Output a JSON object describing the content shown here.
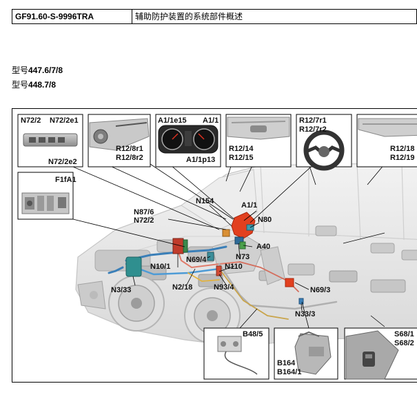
{
  "header": {
    "code": "GF91.60-S-9996TRA",
    "title": "辅助防护装置的系统部件概述"
  },
  "models": [
    {
      "prefix": "型号",
      "value": "447.6/7/8"
    },
    {
      "prefix": "型号",
      "value": "448.7/8"
    }
  ],
  "labels": {
    "n72_2": "N72/2",
    "n72_2e1": "N72/2e1",
    "n72_2e2": "N72/2e2",
    "r12_8r1": "R12/8r1",
    "r12_8r2": "R12/8r2",
    "a1_1e15": "A1/1e15",
    "a1_1_top": "A1/1",
    "a1_1p13": "A1/1p13",
    "r12_14": "R12/14",
    "r12_15": "R12/15",
    "r12_7r1": "R12/7r1",
    "r12_7r2": "R12/7r2",
    "r12_18": "R12/18",
    "r12_19": "R12/19",
    "f1fa1": "F1fA1",
    "n154": "N154",
    "a1_1_main": "A1/1",
    "n87_6": "N87/6",
    "n72_2_main": "N72/2",
    "n80": "N80",
    "a40": "A40",
    "n73": "N73",
    "n69_4": "N69/4",
    "n10_1": "N10/1",
    "n110": "N110",
    "n3_33": "N3/33",
    "n2_18": "N2/18",
    "n93_4": "N93/4",
    "n69_3": "N69/3",
    "n33_3": "N33/3",
    "b48_5": "B48/5",
    "b164": "B164",
    "b164_1": "B164/1",
    "s68_1": "S68/1",
    "s68_2": "S68/2"
  }
}
